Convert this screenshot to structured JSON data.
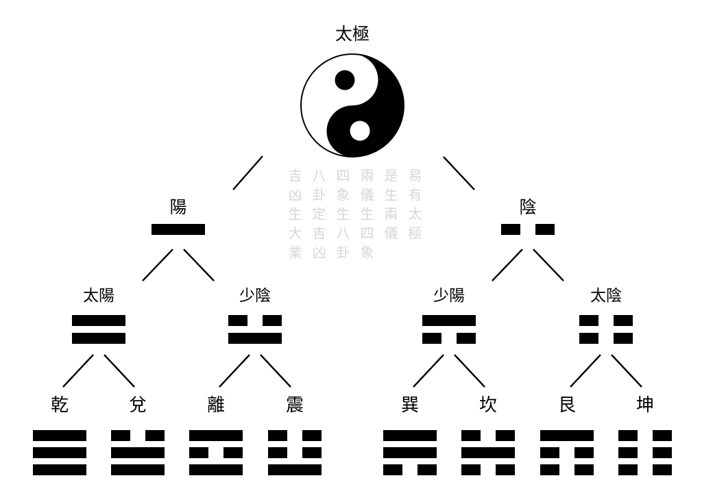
{
  "title": {
    "label": "太極"
  },
  "quote": {
    "columns": [
      "易有太極",
      "是生兩儀",
      "兩儀生四象",
      "四象生八卦",
      "八卦定吉凶",
      "吉凶生大業"
    ]
  },
  "two_forms": [
    {
      "label": "陽",
      "lines": [
        "yang"
      ]
    },
    {
      "label": "陰",
      "lines": [
        "yin"
      ]
    }
  ],
  "four_symbols": [
    {
      "label": "太陽",
      "lines": [
        "yang",
        "yang"
      ]
    },
    {
      "label": "少陰",
      "lines": [
        "yin",
        "yang"
      ]
    },
    {
      "label": "少陽",
      "lines": [
        "yang",
        "yin"
      ]
    },
    {
      "label": "太陰",
      "lines": [
        "yin",
        "yin"
      ]
    }
  ],
  "eight_trigrams": [
    {
      "label": "乾",
      "lines": [
        "yang",
        "yang",
        "yang"
      ]
    },
    {
      "label": "兌",
      "lines": [
        "yin",
        "yang",
        "yang"
      ]
    },
    {
      "label": "離",
      "lines": [
        "yang",
        "yin",
        "yang"
      ]
    },
    {
      "label": "震",
      "lines": [
        "yin",
        "yin",
        "yang"
      ]
    },
    {
      "label": "巽",
      "lines": [
        "yang",
        "yang",
        "yin"
      ]
    },
    {
      "label": "坎",
      "lines": [
        "yin",
        "yang",
        "yin"
      ]
    },
    {
      "label": "艮",
      "lines": [
        "yang",
        "yin",
        "yin"
      ]
    },
    {
      "label": "坤",
      "lines": [
        "yin",
        "yin",
        "yin"
      ]
    }
  ],
  "colors": {
    "ink": "#000000",
    "quote_gray": "#d6d6d6",
    "background": "#ffffff"
  }
}
